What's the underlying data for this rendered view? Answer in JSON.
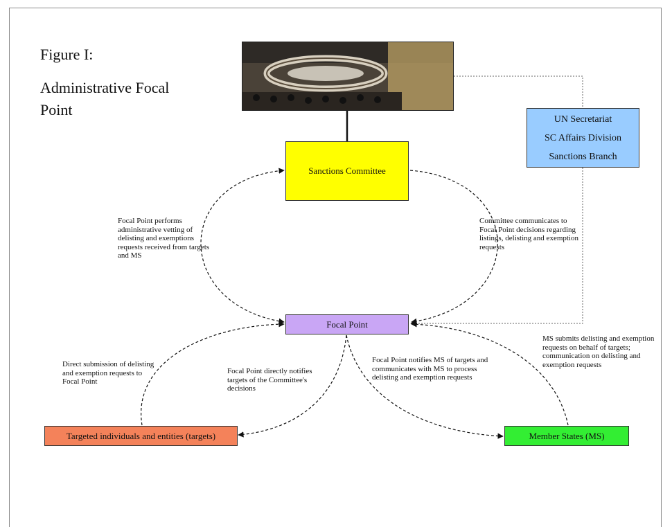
{
  "figure": {
    "label": "Figure I:",
    "title": "Administrative Focal Point"
  },
  "nodes": {
    "sanctions_committee": "Sanctions Committee",
    "un_secretariat": [
      "UN Secretariat",
      "SC Affairs Division",
      "Sanctions Branch"
    ],
    "focal_point": "Focal Point",
    "targets": "Targeted individuals and entities (targets)",
    "member_states": "Member States (MS)"
  },
  "annotations": {
    "vetting": "Focal Point performs administrative vetting of delisting and exemptions requests received from targets and MS",
    "committee_communicates": "Committee communicates to Focal Point decisions regarding listings, delisting and exemption requests",
    "direct_submission": "Direct submission of delisting and exemption requests to Focal Point",
    "notifies_targets": "Focal Point directly notifies targets of the Committee's decisions",
    "notifies_ms": "Focal Point notifies MS of targets and communicates with MS to process delisting and exemption requests",
    "ms_submits": "MS submits delisting and exemption requests on behalf of targets; communication on delisting and exemption requests"
  },
  "colors": {
    "sanctions_committee": "#ffff00",
    "un_secretariat": "#99ccff",
    "focal_point": "#c9a6f5",
    "targets": "#f4825a",
    "member_states": "#33ee33"
  }
}
